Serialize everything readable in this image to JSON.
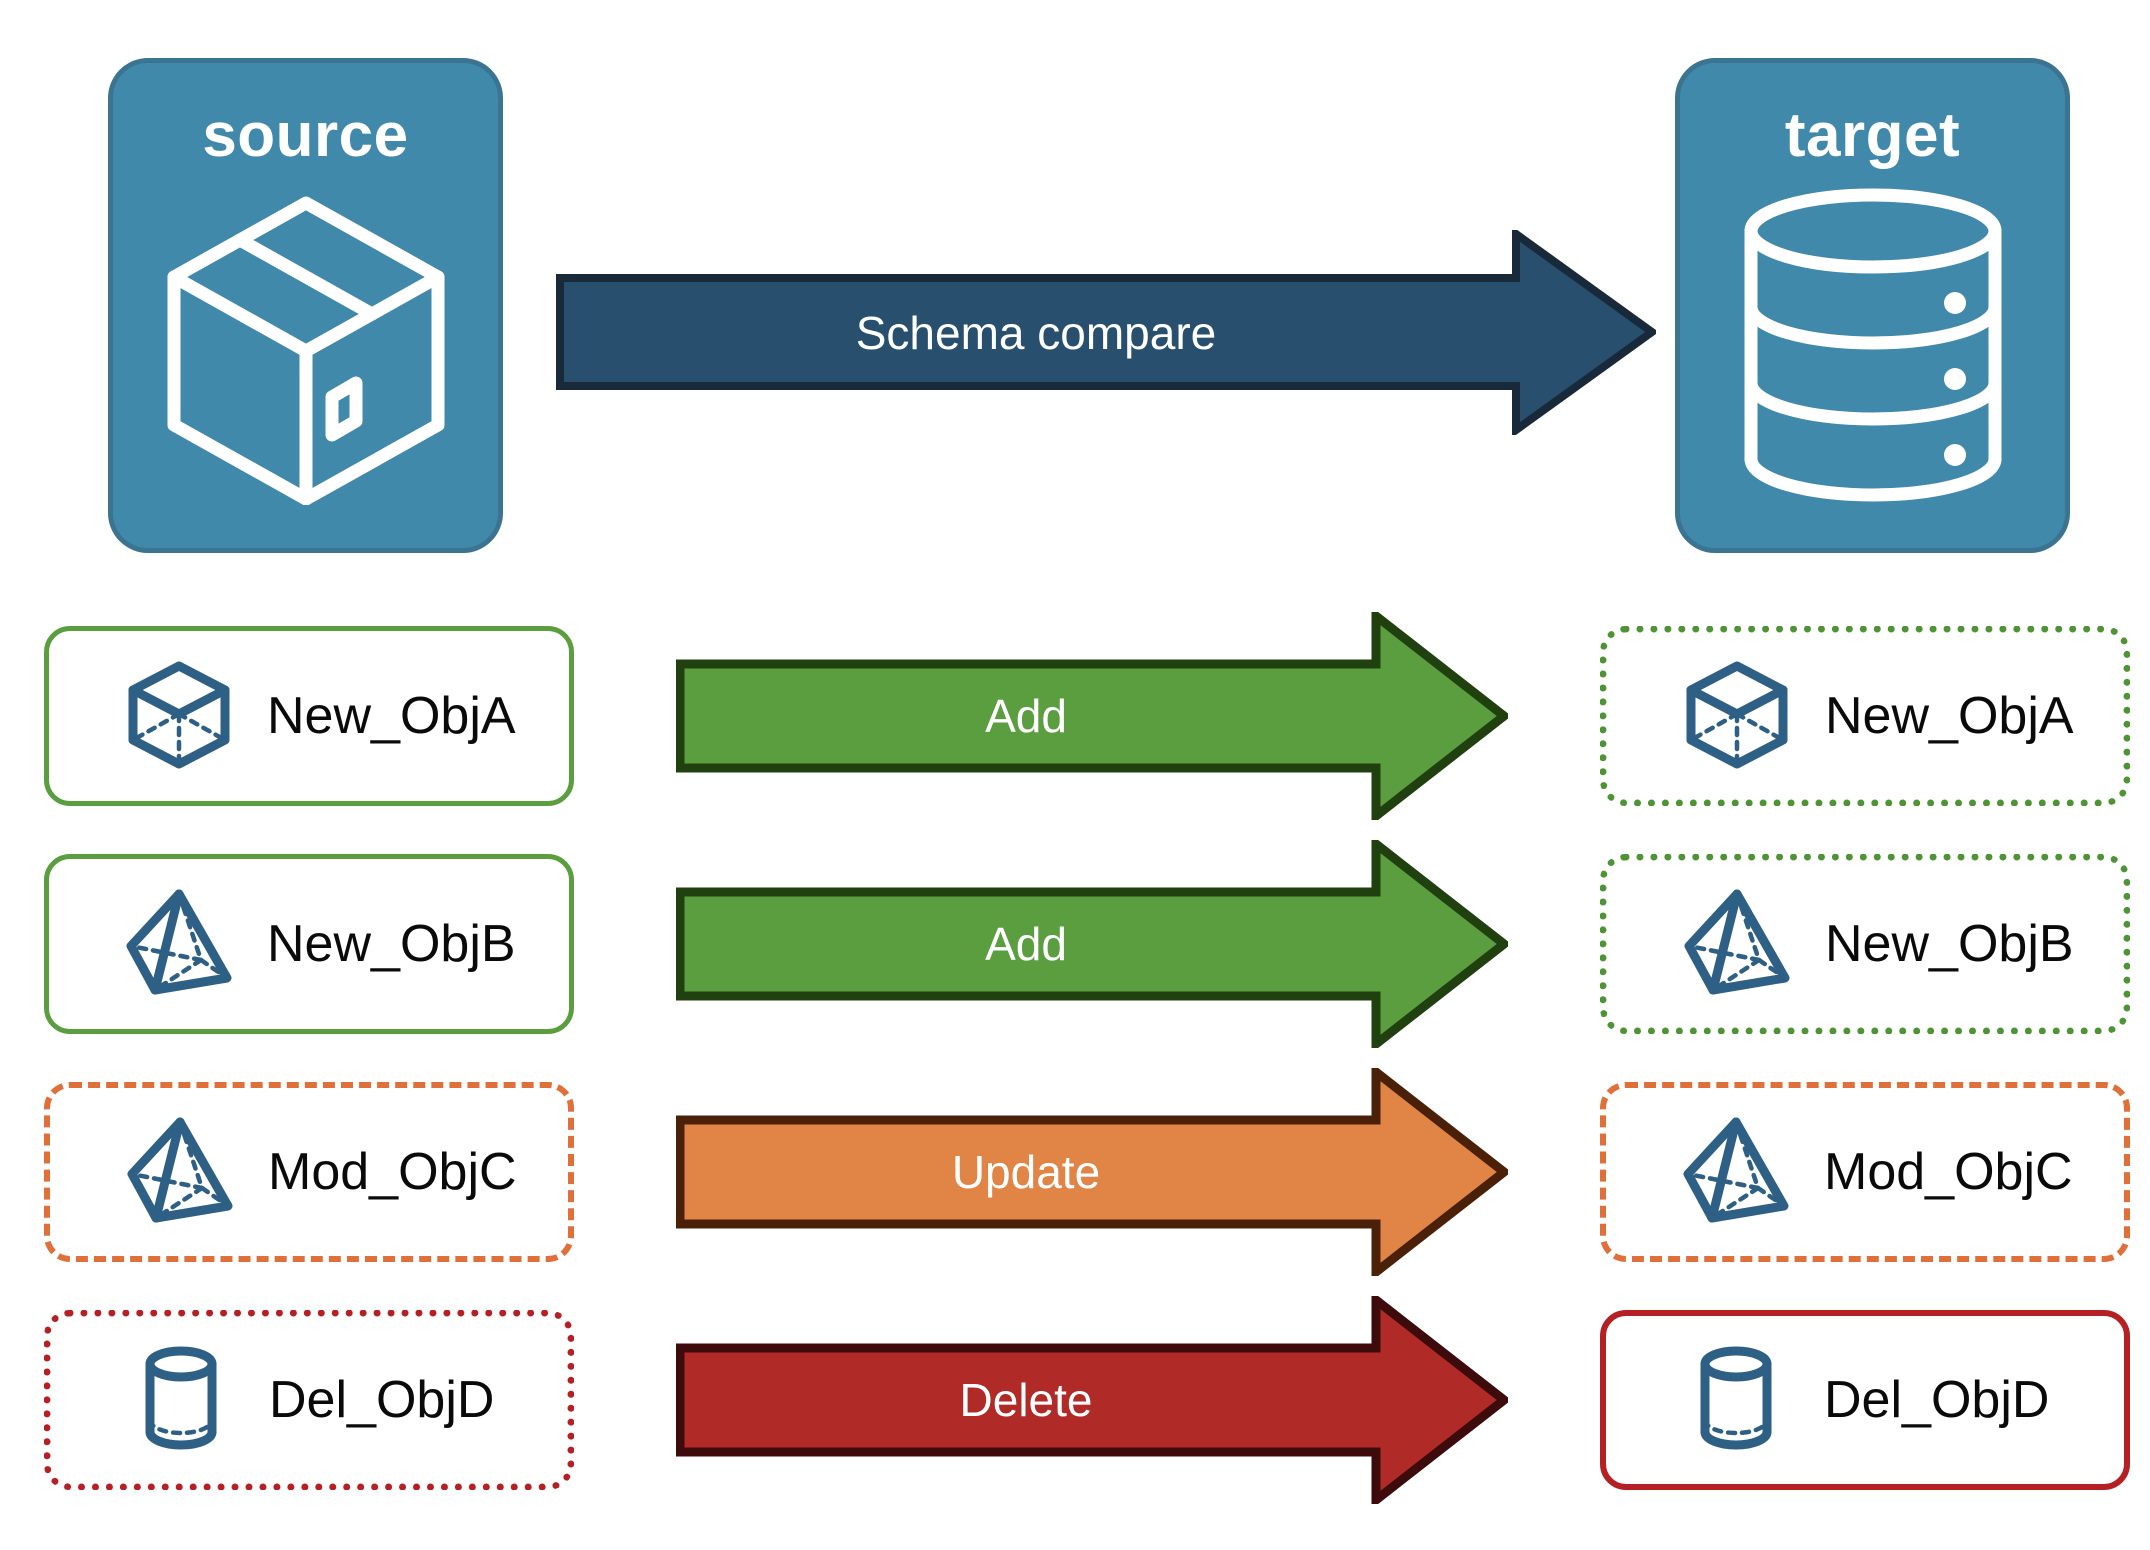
{
  "endpoints": {
    "source": {
      "title": "source",
      "icon": "package-box-icon",
      "fill": "#4189ab",
      "stroke": "#3a7490"
    },
    "target": {
      "title": "target",
      "icon": "database-cylinder-icon",
      "fill": "#4189ab",
      "stroke": "#3a7490"
    }
  },
  "main_arrow": {
    "label": "Schema compare",
    "fill": "#28506e",
    "stroke": "#18293a",
    "direction": "right"
  },
  "rows": [
    {
      "source": {
        "label": "New_ObjA",
        "icon": "wireframe-cube-icon",
        "border_style": "solid",
        "border_color": "#5a9e3f"
      },
      "arrow": {
        "label": "Add",
        "fill": "#5a9e3f",
        "stroke": "#20400f"
      },
      "target": {
        "label": "New_ObjA",
        "icon": "wireframe-cube-icon",
        "border_style": "dotted",
        "border_color": "#4e9434"
      }
    },
    {
      "source": {
        "label": "New_ObjB",
        "icon": "wireframe-pyramid-icon",
        "border_style": "solid",
        "border_color": "#5a9e3f"
      },
      "arrow": {
        "label": "Add",
        "fill": "#5a9e3f",
        "stroke": "#20400f"
      },
      "target": {
        "label": "New_ObjB",
        "icon": "wireframe-pyramid-icon",
        "border_style": "dotted",
        "border_color": "#4e9434"
      }
    },
    {
      "source": {
        "label": "Mod_ObjC",
        "icon": "wireframe-pyramid-icon",
        "border_style": "dashed",
        "border_color": "#e0703a"
      },
      "arrow": {
        "label": "Update",
        "fill": "#e08546",
        "stroke": "#4a2009"
      },
      "target": {
        "label": "Mod_ObjC",
        "icon": "wireframe-pyramid-icon",
        "border_style": "dashed",
        "border_color": "#e0703a"
      }
    },
    {
      "source": {
        "label": "Del_ObjD",
        "icon": "wireframe-cylinder-icon",
        "border_style": "dotted",
        "border_color": "#b52025"
      },
      "arrow": {
        "label": "Delete",
        "fill": "#b02a28",
        "stroke": "#3d0b0b"
      },
      "target": {
        "label": "Del_ObjD",
        "icon": "wireframe-cylinder-icon",
        "border_style": "solid",
        "border_color": "#b52025"
      }
    }
  ],
  "palette": {
    "endpoint_blue": "#4189ab",
    "icon_blue": "#2e5f84",
    "green": "#5a9e3f",
    "orange": "#e08546",
    "red": "#b02a28",
    "navy": "#28506e",
    "white": "#ffffff"
  }
}
